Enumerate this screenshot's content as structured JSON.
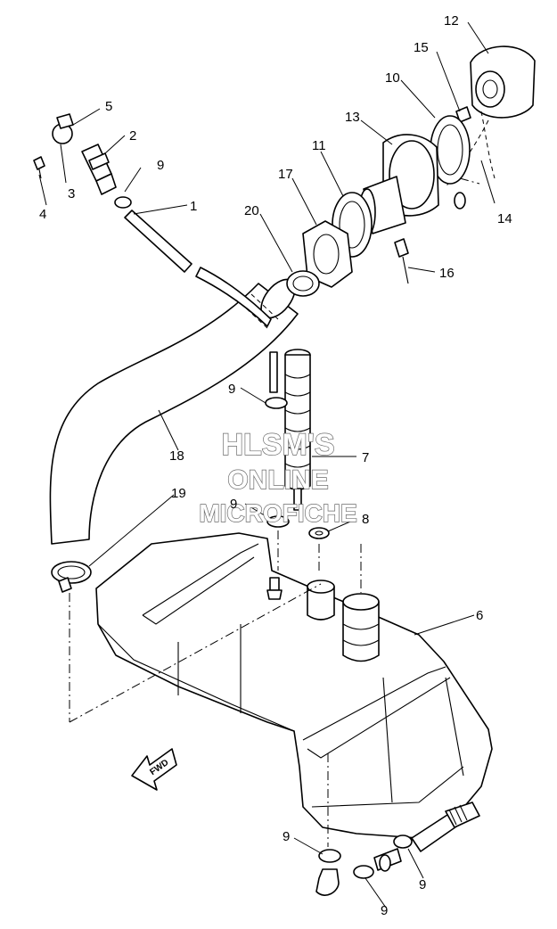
{
  "callouts": [
    {
      "id": "c1",
      "label": "1"
    },
    {
      "id": "c2",
      "label": "2"
    },
    {
      "id": "c3",
      "label": "3"
    },
    {
      "id": "c4",
      "label": "4"
    },
    {
      "id": "c5",
      "label": "5"
    },
    {
      "id": "c6",
      "label": "6"
    },
    {
      "id": "c7",
      "label": "7"
    },
    {
      "id": "c8",
      "label": "8"
    },
    {
      "id": "c9a",
      "label": "9"
    },
    {
      "id": "c9b",
      "label": "9"
    },
    {
      "id": "c9c",
      "label": "9"
    },
    {
      "id": "c9d",
      "label": "9"
    },
    {
      "id": "c9e",
      "label": "9"
    },
    {
      "id": "c9f",
      "label": "9"
    },
    {
      "id": "c10",
      "label": "10"
    },
    {
      "id": "c11",
      "label": "11"
    },
    {
      "id": "c12",
      "label": "12"
    },
    {
      "id": "c13",
      "label": "13"
    },
    {
      "id": "c14",
      "label": "14"
    },
    {
      "id": "c15",
      "label": "15"
    },
    {
      "id": "c16",
      "label": "16"
    },
    {
      "id": "c17",
      "label": "17"
    },
    {
      "id": "c18",
      "label": "18"
    },
    {
      "id": "c19",
      "label": "19"
    },
    {
      "id": "c20",
      "label": "20"
    }
  ],
  "watermark": {
    "line1": "HLSM'S",
    "line2": "ONLINE",
    "line3": "MICROFICHE"
  },
  "fwd_label": "FWD"
}
